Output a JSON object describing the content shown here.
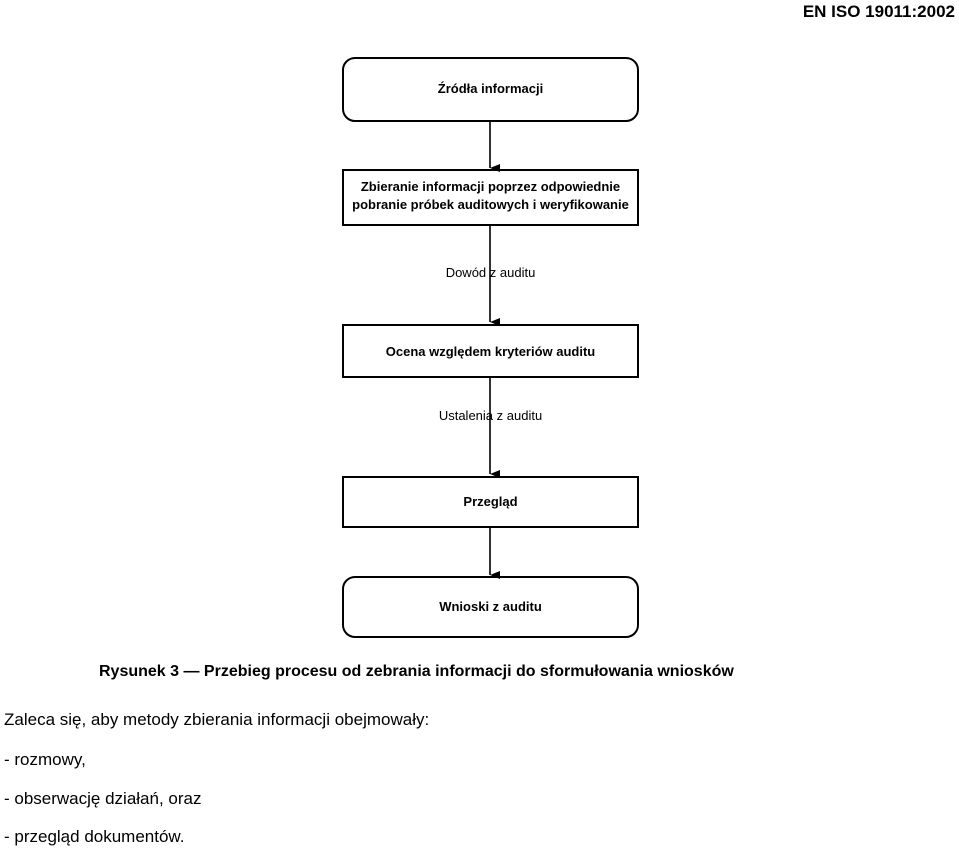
{
  "header": {
    "standard_id": "EN ISO 19011:2002"
  },
  "diagram": {
    "nodes": [
      {
        "id": "sources",
        "label": "Źródła informacji",
        "shape": "rounded"
      },
      {
        "id": "collect",
        "label_line1": "Zbieranie informacji poprzez odpowiednie",
        "label_line2": "pobranie próbek auditowych i weryfikowanie",
        "shape": "rect"
      },
      {
        "id": "evaluate",
        "label": "Ocena względem kryteriów auditu",
        "shape": "rect"
      },
      {
        "id": "review",
        "label": "Przegląd",
        "shape": "rect"
      },
      {
        "id": "conclusions",
        "label": "Wnioski z auditu",
        "shape": "rounded"
      }
    ],
    "edge_labels": {
      "evidence": "Dowód z auditu",
      "findings": "Ustalenia z auditu"
    }
  },
  "caption": "Rysunek 3 — Przebieg procesu od zebrania informacji do sformułowania wniosków",
  "body": {
    "intro": "Zaleca się, aby metody zbierania informacji obejmowały:",
    "items": [
      "- rozmowy,",
      "- obserwację działań, oraz",
      "- przegląd dokumentów."
    ]
  }
}
